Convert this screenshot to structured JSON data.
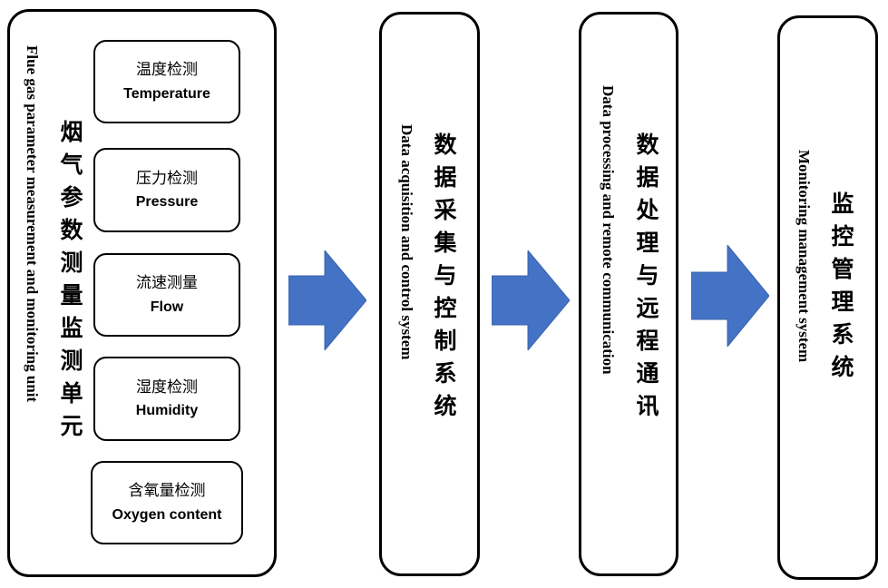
{
  "unit": {
    "title_en": "Flue gas parameter measurement and monitoring unit",
    "title_cn": "烟气参数测量监测单元",
    "items": [
      {
        "cn": "温度检测",
        "en": "Temperature"
      },
      {
        "cn": "压力检测",
        "en": "Pressure"
      },
      {
        "cn": "流速测量",
        "en": "Flow"
      },
      {
        "cn": "湿度检测",
        "en": "Humidity"
      },
      {
        "cn": "含氧量检测",
        "en": "Oxygen content"
      }
    ]
  },
  "acquisition": {
    "cn": "数据采集与控制系统",
    "en": "Data acquisition and control system"
  },
  "processing": {
    "cn": "数据处理与远程通讯",
    "en": "Data processing and remote communication"
  },
  "monitoring": {
    "cn": "监控管理系统",
    "en": "Monitoring management system"
  },
  "colors": {
    "arrow": "#4472C4",
    "border": "#000000"
  }
}
